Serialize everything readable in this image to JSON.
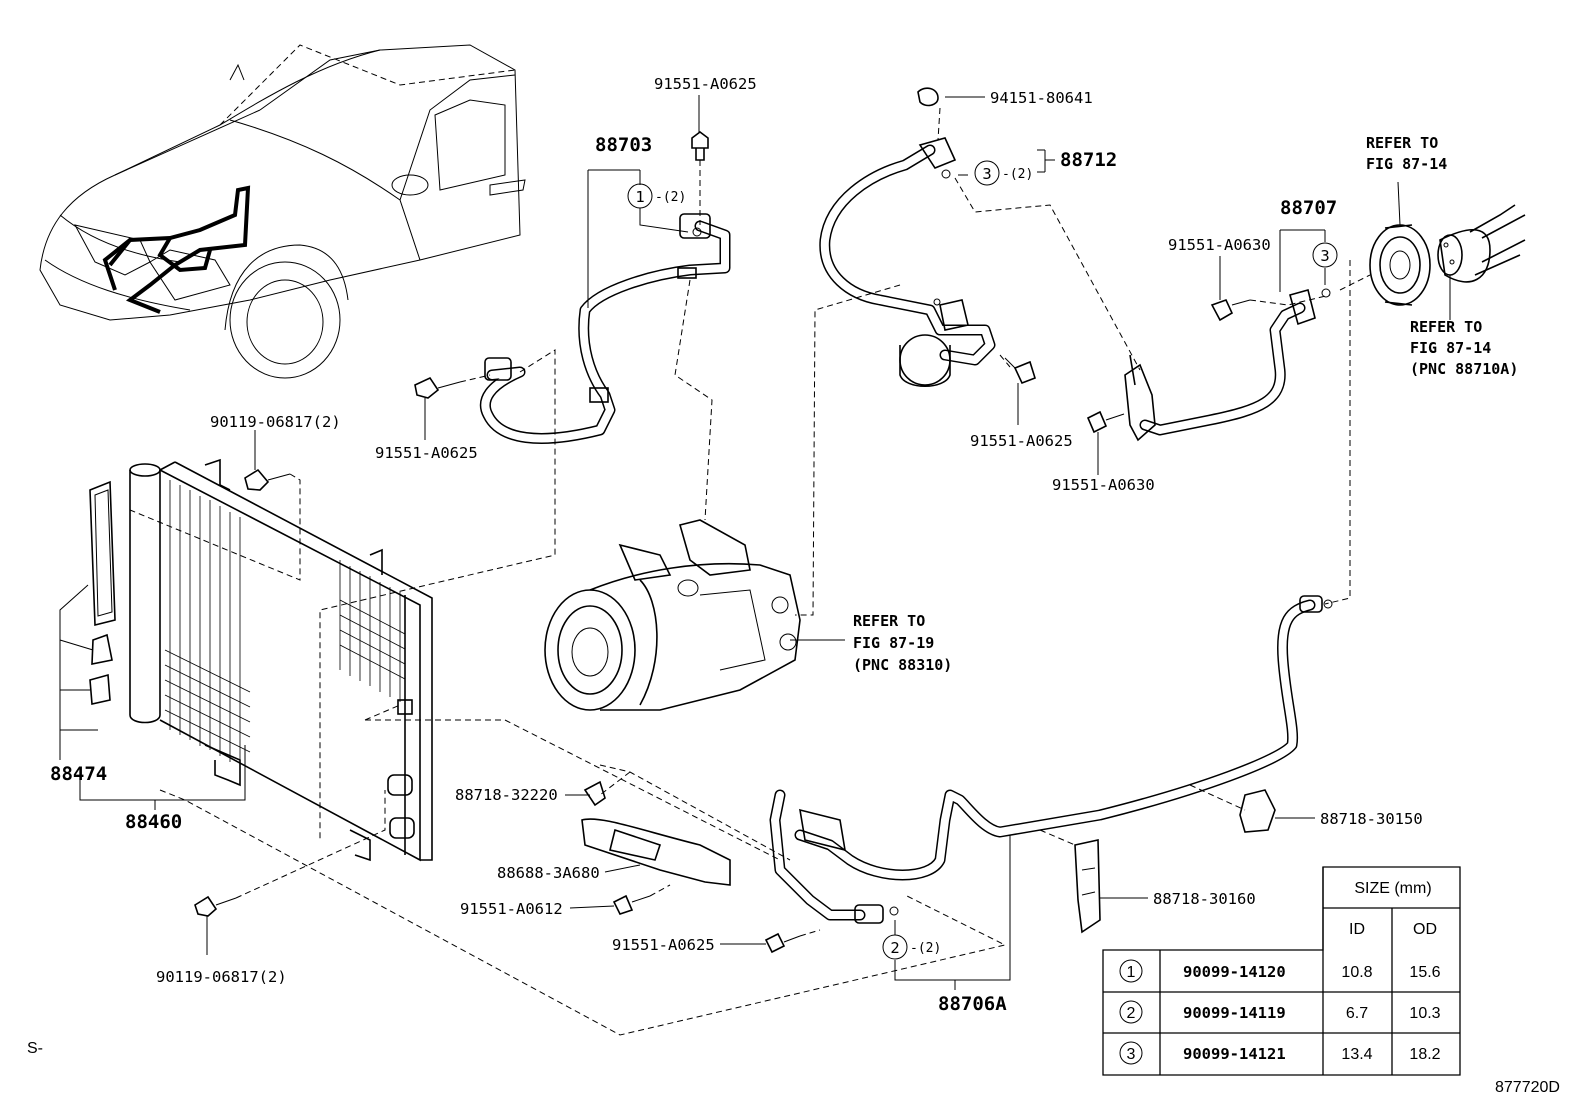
{
  "labels": {
    "p88703": "88703",
    "p91551_a0625_top": "91551-A0625",
    "p88712": "88712",
    "p94151": "94151-80641",
    "p88707": "88707",
    "p91551_a0630_top": "91551-A0630",
    "refer_fig_87_14_top_1": "REFER TO",
    "refer_fig_87_14_top_2": "FIG 87-14",
    "refer_fig_87_14_mid_1": "REFER TO",
    "refer_fig_87_14_mid_2": "FIG 87-14",
    "refer_fig_87_14_mid_3": "(PNC 88710A)",
    "p90119_top": "90119-06817(2)",
    "p91551_a0625_left": "91551-A0625",
    "p91551_a0625_mid": "91551-A0625",
    "p91551_a0630_mid": "91551-A0630",
    "refer_fig_87_19_1": "REFER TO",
    "refer_fig_87_19_2": "FIG 87-19",
    "refer_fig_87_19_3": "(PNC 88310)",
    "p88474": "88474",
    "p88460": "88460",
    "p88718_32220": "88718-32220",
    "p88688": "88688-3A680",
    "p91551_a0612": "91551-A0612",
    "p91551_a0625_bottom": "91551-A0625",
    "p90119_bottom": "90119-06817(2)",
    "p88706a": "88706A",
    "p88718_30150": "88718-30150",
    "p88718_30160": "88718-30160",
    "callout_1": "1",
    "callout_2": "2",
    "callout_3": "3",
    "qty_1": "-(2)",
    "qty_2": "-(2)",
    "qty_3": "-(2)",
    "corner_left": "S-",
    "figure_code": "877720D"
  },
  "size_table": {
    "header": "SIZE (mm)",
    "col_id": "ID",
    "col_od": "OD",
    "rows": [
      {
        "callout": "1",
        "part": "90099-14120",
        "id": "10.8",
        "od": "15.6"
      },
      {
        "callout": "2",
        "part": "90099-14119",
        "id": "6.7",
        "od": "10.3"
      },
      {
        "callout": "3",
        "part": "90099-14121",
        "id": "13.4",
        "od": "18.2"
      }
    ]
  }
}
